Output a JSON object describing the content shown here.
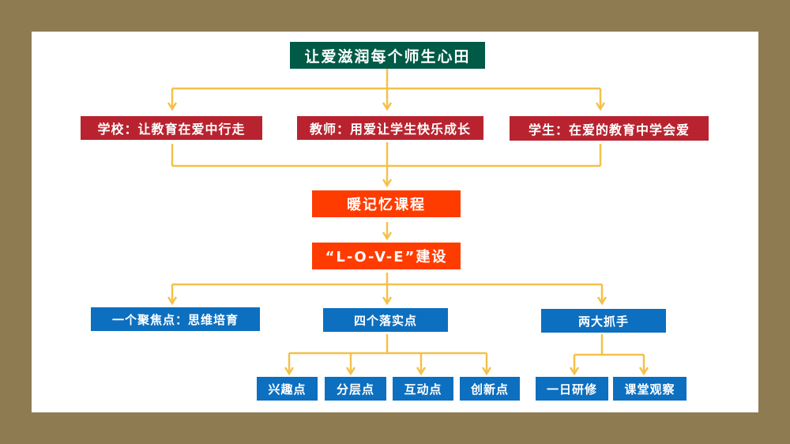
{
  "colors": {
    "line": "#f5c04a",
    "title": "#005a45",
    "red": "#b8232f",
    "orange": "#ff3c00",
    "blue": "#0d6fbf"
  },
  "title": "让爱滋润每个师生心田",
  "level1": [
    "学校：让教育在爱中行走",
    "教师：用爱让学生快乐成长",
    "学生：在爱的教育中学会爱"
  ],
  "course": "暖记忆课程",
  "build": "“L-O-V-E”建设",
  "level3": [
    "一个聚焦点：思维培育",
    "四个落实点",
    "两大抓手"
  ],
  "points": [
    "兴趣点",
    "分层点",
    "互动点",
    "创新点"
  ],
  "handles": [
    "一日研修",
    "课堂观察"
  ]
}
